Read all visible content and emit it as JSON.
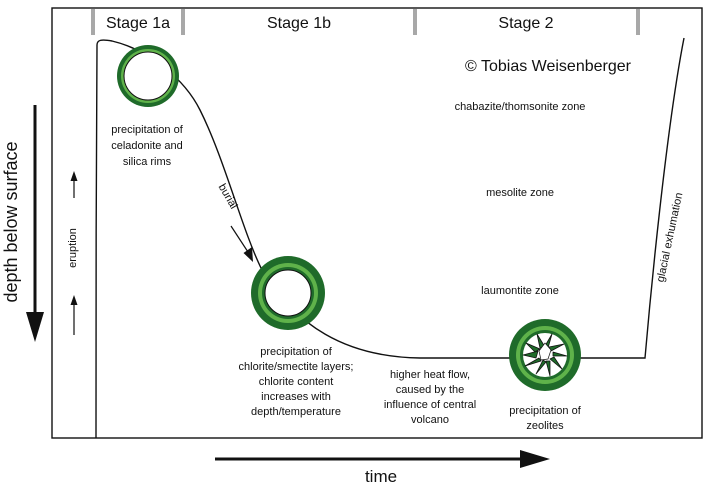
{
  "stages": {
    "stage_1a": "Stage 1a",
    "stage_1b": "Stage 1b",
    "stage_2": "Stage 2"
  },
  "copyright": "© Tobias Weisenberger",
  "axes": {
    "y_label": "depth below surface",
    "x_label": "time"
  },
  "zones": {
    "chabazite": "chabazite/thomsonite zone",
    "mesolite": "mesolite zone",
    "laumontite": "laumontite zone"
  },
  "path_labels": {
    "eruption": "eruption",
    "burial": "burial",
    "exhumation": "glacial exhumation"
  },
  "annotations": {
    "celadonite": [
      "precipitation of",
      "celadonite and",
      "silica rims"
    ],
    "chlorite": [
      "precipitation of",
      "chlorite/smectite layers;",
      "chlorite content",
      "increases with",
      "depth/temperature"
    ],
    "heatflow": [
      "higher heat flow,",
      "caused by the",
      "influence of central",
      "volcano"
    ],
    "zeolites": [
      "precipitation of",
      "zeolites"
    ]
  },
  "colors": {
    "rim_dark": "#1f6b2a",
    "rim_light": "#5fb24a",
    "stage_marker": "#a8a8a8",
    "line": "#111111"
  }
}
